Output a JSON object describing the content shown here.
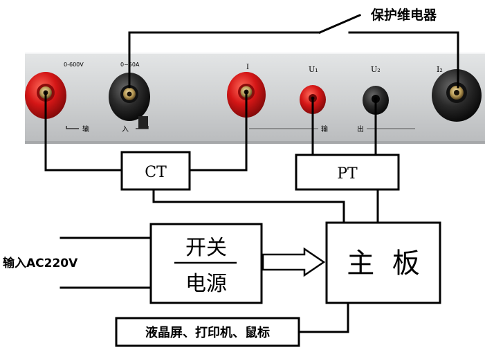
{
  "labels": {
    "relay": "保护维电器",
    "ct": "CT",
    "pt": "PT",
    "power_line1": "开关",
    "power_line2": "电源",
    "mainboard": "主  板",
    "input_ac": "输入AC220V",
    "peripherals": "液晶屏、打印机、鼠标"
  },
  "panel": {
    "range_v": "0-600V",
    "range_a": "0~50A",
    "terminal_i1": "I",
    "terminal_u1": "U₁",
    "terminal_u2": "U₂",
    "terminal_i2": "I₂",
    "input_char1": "输",
    "input_char2": "入",
    "output_char1": "输",
    "output_char2": "出"
  },
  "colors": {
    "panel": "#cfd1d2",
    "red_terminal": "#d41616",
    "black_terminal": "#1e1e1e",
    "line": "#000000"
  }
}
